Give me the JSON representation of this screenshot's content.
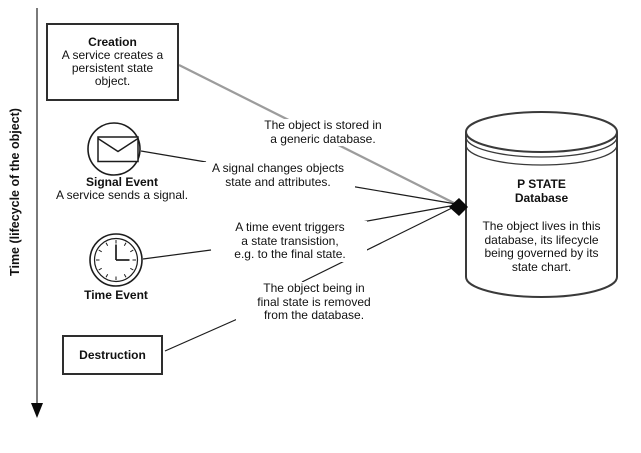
{
  "time_axis": {
    "label": "Time (lifecycle of the object)"
  },
  "nodes": {
    "creation": {
      "title": "Creation",
      "description": "A service creates a persistent state object."
    },
    "signal_event": {
      "title": "Signal Event",
      "description": "A service sends a signal."
    },
    "time_event": {
      "title": "Time Event"
    },
    "destruction": {
      "title": "Destruction"
    }
  },
  "connections": [
    {
      "from": "creation",
      "lines": [
        "The object is stored in",
        "a generic database."
      ]
    },
    {
      "from": "signal_event",
      "lines": [
        "A signal changes objects",
        "state and attributes."
      ]
    },
    {
      "from": "time_event",
      "lines": [
        "A time event triggers",
        "a state transistion,",
        "e.g. to the final state."
      ]
    },
    {
      "from": "destruction",
      "lines": [
        "The object being in",
        "final state is removed",
        "from the database."
      ]
    }
  ],
  "database": {
    "title_line1": "P STATE",
    "title_line2": "Database",
    "description": "The object lives in this database, its lifecycle being governed by its state chart."
  },
  "icons": {
    "signal_event": "envelope-icon",
    "time_event": "clock-icon",
    "database": "cylinder-shape",
    "axis_end": "down-arrowhead",
    "db_anchor": "diamond-arrowhead"
  },
  "colors": {
    "connector": "#1c1c1c",
    "creation_connector": "#9c9c9c",
    "axis": "#6b6b6b",
    "border": "#2e2e2e",
    "cylinder_stroke": "#3a3a3a",
    "background": "#ffffff"
  }
}
